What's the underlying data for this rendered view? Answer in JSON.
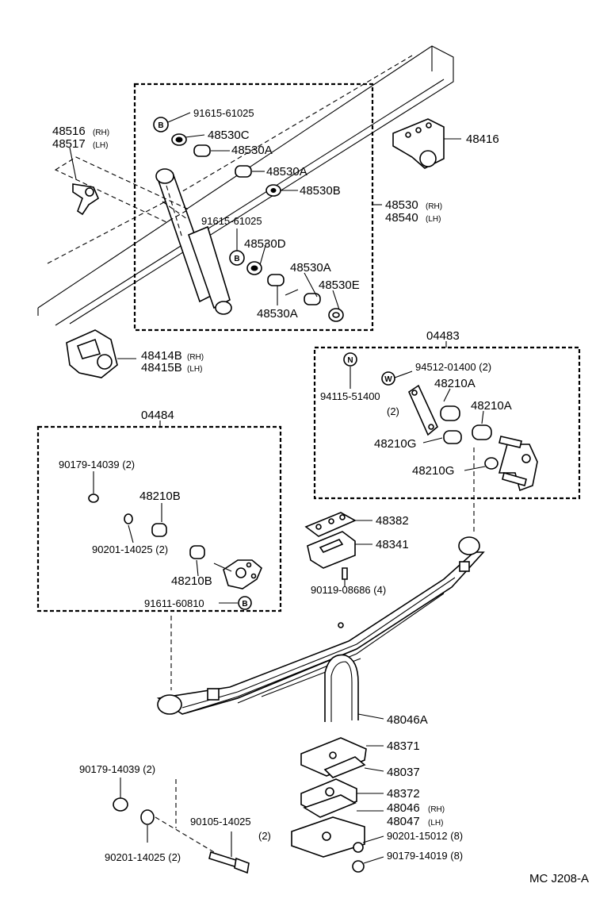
{
  "diagram": {
    "reference_code": "MC J208-A",
    "groups": {
      "shock_absorber": {
        "rh": "48530",
        "lh": "48540"
      },
      "shackle_kit": "04483",
      "bracket_kit": "04484"
    },
    "side_rh": "(RH)",
    "side_lh": "(LH)",
    "labels": {
      "p91615_top": "91615-61025",
      "p48530C": "48530C",
      "p48530A_1": "48530A",
      "p48530A_2": "48530A",
      "p48530B": "48530B",
      "p91615_mid": "91615-61025",
      "p48530D": "48530D",
      "p48530A_3": "48530A",
      "p48530E": "48530E",
      "p48530A_4": "48530A",
      "p48516": "48516",
      "p48517": "48517",
      "p48416": "48416",
      "p48414B": "48414B",
      "p48415B": "48415B",
      "p94512": "94512-01400 (2)",
      "p94115": "94115-51400",
      "p94115_qty": "(2)",
      "p48210A_1": "48210A",
      "p48210A_2": "48210A",
      "p48210G_1": "48210G",
      "p48210G_2": "48210G",
      "p90179_box": "90179-14039 (2)",
      "p48210B_1": "48210B",
      "p90201_box": "90201-14025 (2)",
      "p48210B_2": "48210B",
      "p91611": "91611-60810",
      "p48382": "48382",
      "p48341": "48341",
      "p90119": "90119-08686 (4)",
      "p48046A": "48046A",
      "p48371": "48371",
      "p48037": "48037",
      "p48372": "48372",
      "p48046": "48046",
      "p48047": "48047",
      "p90201_15012": "90201-15012 (8)",
      "p90179_14019": "90179-14019 (8)",
      "p90179_bottom": "90179-14039 (2)",
      "p90105": "90105-14025",
      "p90105_qty": "(2)",
      "p90201_bottom": "90201-14025 (2)"
    },
    "circle_codes": {
      "b": "B",
      "n": "N",
      "w": "W"
    }
  }
}
